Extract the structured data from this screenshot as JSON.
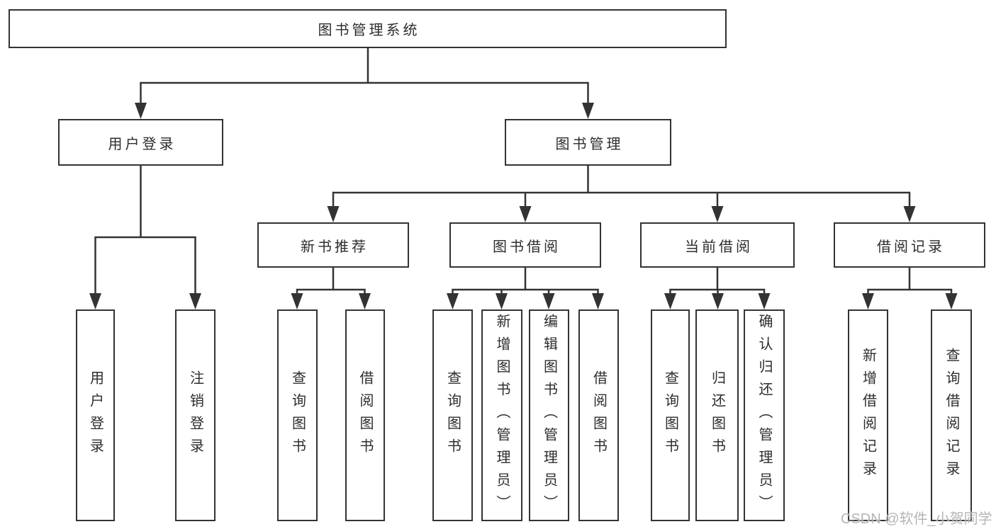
{
  "colors": {
    "line": "#333333",
    "text": "#2d2d2d",
    "box_background": "#ffffff",
    "watermark": "#a8a8a8",
    "background": "#ffffff"
  },
  "diagram": {
    "root": {
      "label": "图书管理系统"
    },
    "level2": [
      {
        "id": "user-login",
        "label": "用户登录"
      },
      {
        "id": "book-management",
        "label": "图书管理"
      }
    ],
    "level3": [
      {
        "id": "new-book-recommend",
        "label": "新书推荐"
      },
      {
        "id": "book-borrow",
        "label": "图书借阅"
      },
      {
        "id": "current-borrow",
        "label": "当前借阅"
      },
      {
        "id": "borrow-records",
        "label": "借阅记录"
      }
    ],
    "leaves": {
      "user_login": [
        "用户登录",
        "注销登录"
      ],
      "new_book_recommend": [
        "查询图书",
        "借阅图书"
      ],
      "book_borrow": [
        "查询图书",
        "新增图书（管理员）",
        "编辑图书（管理员）",
        "借阅图书"
      ],
      "current_borrow": [
        "查询图书",
        "归还图书",
        "确认归还（管理员）"
      ],
      "borrow_records": [
        "新增借阅记录",
        "查询借阅记录"
      ]
    }
  },
  "watermark": {
    "text": "CSDN @软件_小贺同学"
  }
}
